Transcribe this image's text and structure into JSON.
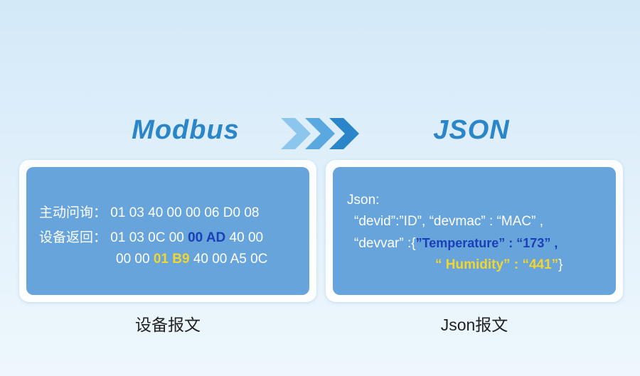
{
  "left": {
    "heading": "Modbus",
    "query_label": "主动问询：",
    "query_value": "01 03 40 00 00 06 D0 08",
    "reply_label": "设备返回：",
    "reply_a": "01 03 0C 00",
    "reply_hl1": "00 AD",
    "reply_b": "40 00",
    "reply_c": "00 00",
    "reply_hl2": "01 B9",
    "reply_d": "40 00 A5 0C",
    "caption": "设备报文"
  },
  "right": {
    "heading": "JSON",
    "line1": "Json:",
    "line2": "“devid”:”ID”, “devmac” : “MAC” ,",
    "line3_prefix": "“devvar” :{",
    "temp_pair": "”Temperature” : “173” ,",
    "hum_pair": "“ Humidity” : “441”",
    "line4_suffix": "}",
    "caption": "Json报文"
  },
  "colors": {
    "heading": "#2a86c8",
    "panel": "#66a4db",
    "highlight_blue": "#1a3fb8",
    "highlight_yellow": "#f2d530",
    "arrow_light": "#8cc6ec",
    "arrow_mid": "#5aa8e0",
    "arrow_dark": "#2a86c8"
  },
  "icons": {
    "flow": "triple-chevron-right-icon"
  }
}
